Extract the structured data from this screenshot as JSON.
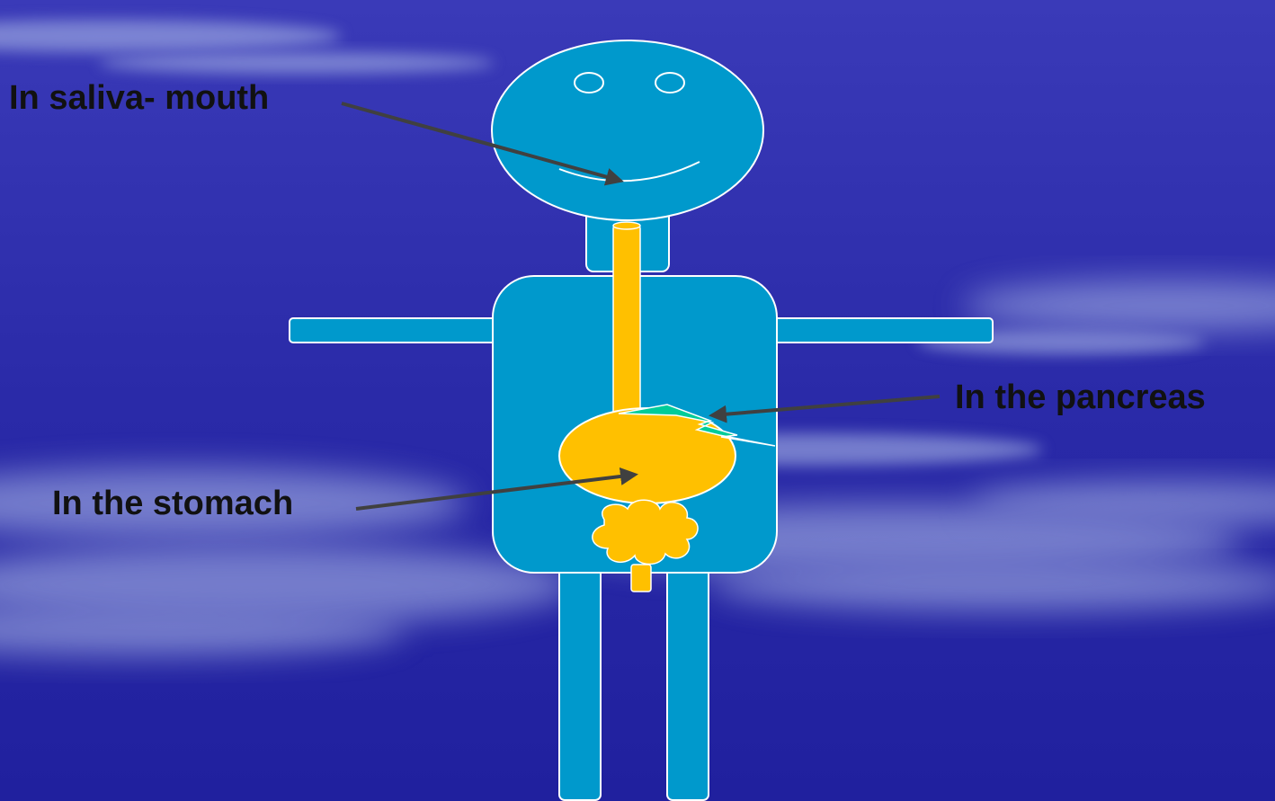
{
  "labels": {
    "mouth": "In saliva- mouth",
    "pancreas": "In the pancreas",
    "stomach": "In the stomach"
  },
  "colors": {
    "background_top": "#2f2fb0",
    "background_bottom": "#2323a6",
    "cloud": "#a9b6e6",
    "body": "#0099cc",
    "outline": "#ffffff",
    "esophagus": "#ffc000",
    "pancreas": "#00cc99",
    "arrow": "#404040"
  }
}
